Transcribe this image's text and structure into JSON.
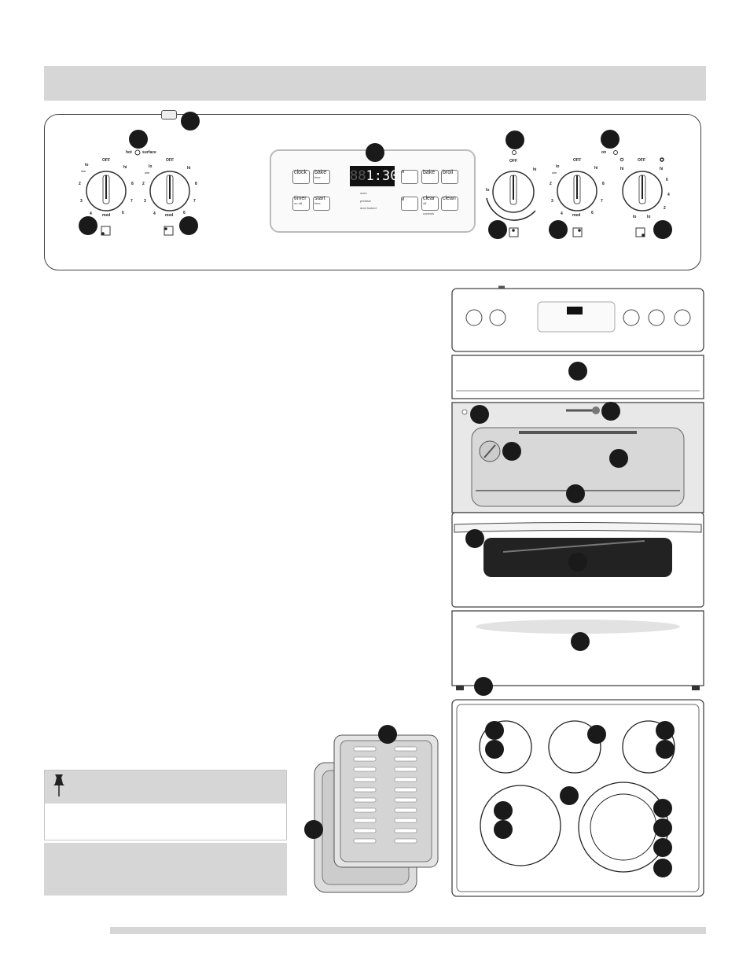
{
  "control_panel": {
    "hot_surface_label": "hot",
    "hot_surface_label2": "surface",
    "on_label": "on",
    "knobs": [
      {
        "off": "OFF",
        "lo": "lo",
        "hi": "hi",
        "med": "med",
        "simmer": "sim",
        "n2": "2",
        "n3": "3",
        "n4": "4",
        "n6": "6",
        "n7": "7",
        "n8": "8"
      },
      {
        "off": "OFF",
        "lo": "lo",
        "hi": "hi",
        "med": "med",
        "simmer": "sim",
        "n2": "2",
        "n3": "3",
        "n4": "4",
        "n6": "6",
        "n7": "7",
        "n8": "8"
      },
      {
        "off": "OFF",
        "lo": "lo",
        "hi": "hi"
      },
      {
        "off": "OFF",
        "lo": "lo",
        "hi": "hi",
        "med": "med",
        "simmer": "sim",
        "n2": "2",
        "n3": "3",
        "n4": "4",
        "n6": "6",
        "n7": "7",
        "n8": "8"
      },
      {
        "off": "OFF",
        "lo": "lo",
        "hi": "hi",
        "lo2": "lo",
        "hi2": "hi",
        "n2": "2",
        "n4": "4",
        "n6": "6"
      }
    ],
    "keys": {
      "clock": "clock",
      "bake_time": "bake",
      "bake_time_sub": "time",
      "timer": "timer",
      "timer_sub": "on·off",
      "start_time": "start",
      "start_time_sub": "time",
      "up": "∧",
      "down": "∨",
      "bake": "bake",
      "broil": "broil",
      "clear": "clear",
      "clear_sub": "off",
      "controls_sub": "controls",
      "clean": "clean"
    },
    "display": "88:30",
    "display_short": "1:30",
    "indicators": [
      "oven",
      "preheat",
      "door locked"
    ]
  },
  "colors": {
    "header_bar": "#d6d6d6",
    "callout": "#1a1a1a",
    "outline": "#444444"
  }
}
